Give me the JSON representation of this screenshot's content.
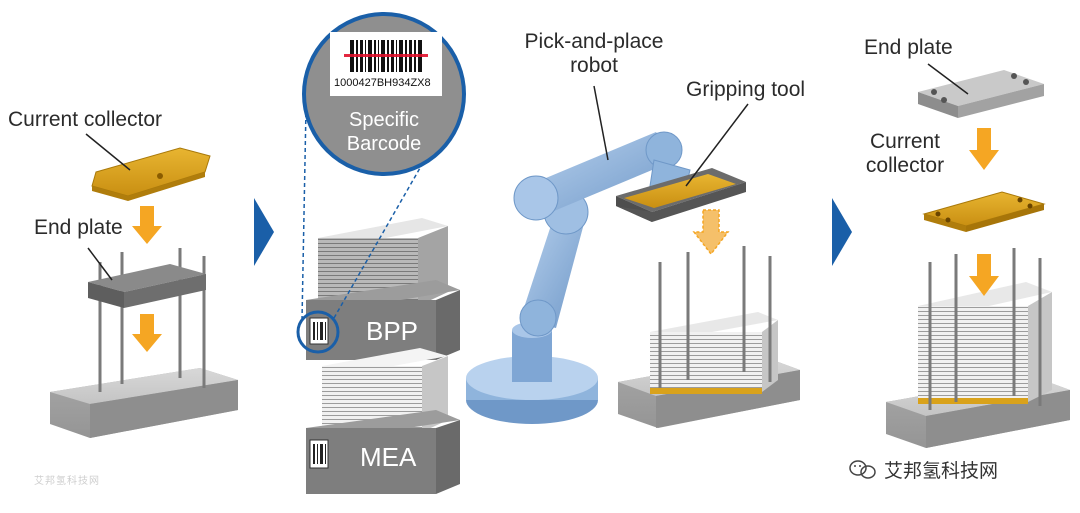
{
  "labels": {
    "current_collector_left": "Current collector",
    "end_plate_left": "End plate",
    "specific_barcode": "Specific\nBarcode",
    "barcode_number": "1000427BH934ZX8",
    "bpp": "BPP",
    "mea": "MEA",
    "pick_and_place_robot": "Pick-and-place\nrobot",
    "gripping_tool": "Gripping tool",
    "end_plate_right": "End plate",
    "current_collector_right": "Current\ncollector"
  },
  "watermark_text": "艾邦氢科技网",
  "brand_text": "艾邦氢科技网",
  "colors": {
    "copper": "#d9a21b",
    "arrow_orange": "#f5a623",
    "step_arrow_blue": "#1a5fa8",
    "robot_blue": "#8fb4dc",
    "gray_block": "#8a8a8a",
    "barcode_red": "#e0102b"
  }
}
